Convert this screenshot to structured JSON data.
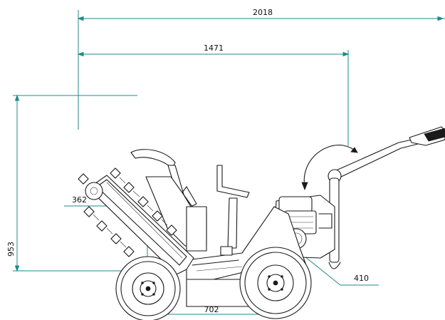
{
  "dimensions": {
    "overall_length": "2018",
    "length_to_handle": "1471",
    "height": "953",
    "trench_depth": "362",
    "wheel_base": "702",
    "wheel_offset": "410"
  },
  "colors": {
    "dimension_line": "#1f8a8a",
    "outline": "#1a1a1a",
    "background": "#ffffff"
  }
}
